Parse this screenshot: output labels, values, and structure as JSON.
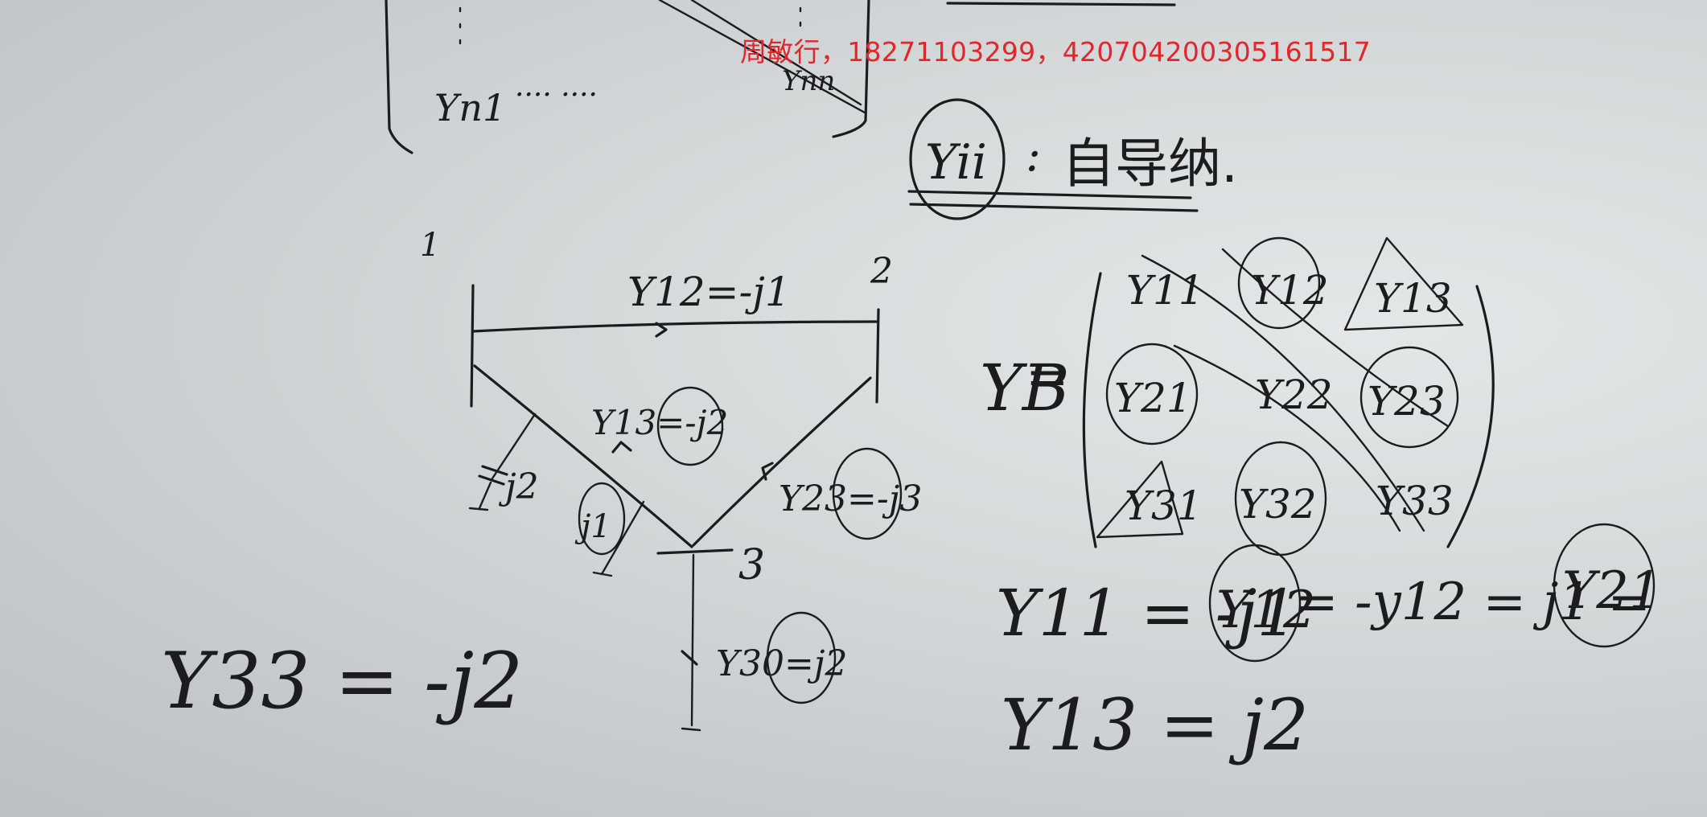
{
  "watermark": {
    "text": "周敏行，18271103299，420704200305161517",
    "color": "#e3262a"
  },
  "top_matrix": {
    "row_label": "Yn1",
    "dots": "···· ····",
    "corner_label": "Ynn"
  },
  "heading": {
    "symbol": "Yii",
    "colon": ":",
    "word": "自导纳."
  },
  "circuit": {
    "node_1": "1",
    "node_2": "2",
    "node_3": "3",
    "y12": "Y12=-j1",
    "y13": "Y13=-j2",
    "y23": "Y23=-j3",
    "y30": "Y30=j2",
    "shunt_1": "j2",
    "shunt_2": "j1"
  },
  "matrix": {
    "label": "YB",
    "equals": "=",
    "cells": [
      [
        "Y11",
        "Y12",
        "Y13"
      ],
      [
        "Y21",
        "Y22",
        "Y23"
      ],
      [
        "Y31",
        "Y32",
        "Y33"
      ]
    ]
  },
  "equations": {
    "y33": "Y33 = -j2",
    "y11": "Y11 = -j1",
    "y12_lhs": "Y12",
    "y12_rhs": "= -y12 = j1 =",
    "y12_end": "Y21",
    "y13": "Y13 = j2"
  },
  "colors": {
    "ink": "#1c1c1e",
    "whiteboard": "#d7dbdc",
    "watermark": "#e3262a"
  }
}
